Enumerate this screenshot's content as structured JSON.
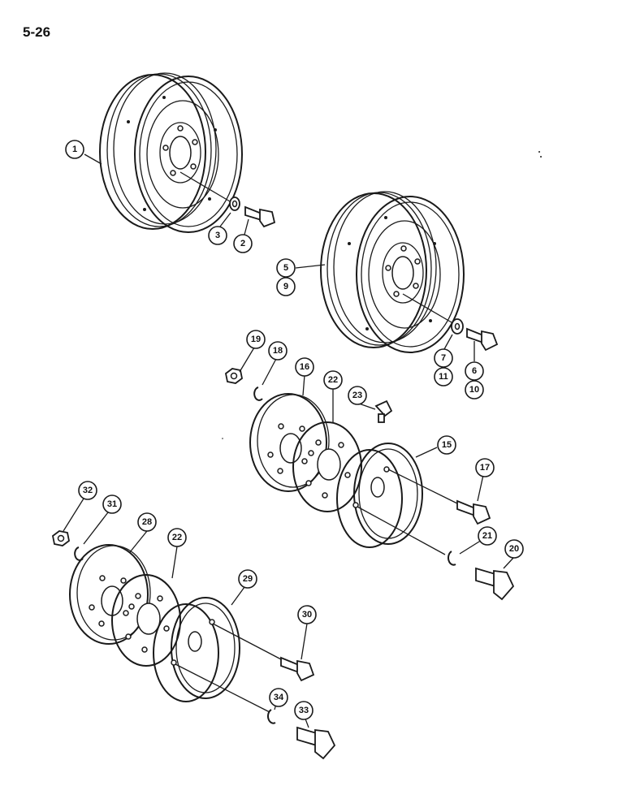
{
  "page": {
    "label": "5-26"
  },
  "callouts": {
    "c1": "1",
    "c2": "2",
    "c3": "3",
    "c5": "5",
    "c9": "9",
    "c6": "6",
    "c10": "10",
    "c7": "7",
    "c11": "11",
    "c15": "15",
    "c16": "16",
    "c17": "17",
    "c18": "18",
    "c19": "19",
    "c20": "20",
    "c21": "21",
    "c22a": "22",
    "c23": "23",
    "c28": "28",
    "c29": "29",
    "c22b": "22",
    "c30": "30",
    "c31": "31",
    "c32": "32",
    "c33": "33",
    "c34": "34"
  }
}
